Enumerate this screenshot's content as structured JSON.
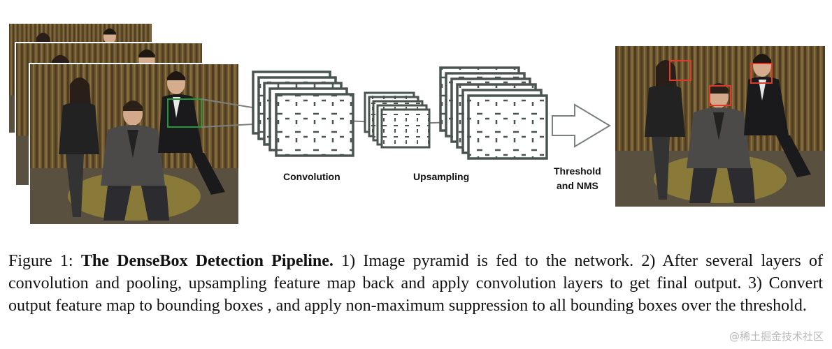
{
  "figure": {
    "labels": {
      "convolution": "Convolution",
      "upsampling": "Upsampling",
      "threshold_line1": "Threshold",
      "threshold_line2": "and NMS"
    }
  },
  "caption": {
    "prefix": "Figure 1: ",
    "title": "The DenseBox Detection Pipeline.",
    "body": " 1) Image pyramid is fed to the network. 2) After several layers of convolution and pooling, upsampling feature map back and apply convolution layers to get final output. 3) Convert output feature map to bounding boxes , and apply non-maximum suppression to all bounding boxes over the threshold."
  },
  "watermark": "@稀土掘金技术社区",
  "colors": {
    "detection_box": "#e03a2a",
    "receptive_field_box": "#1e9a3a",
    "feature_map_stroke": "#4a5550",
    "photo_background": "#6b5630"
  }
}
